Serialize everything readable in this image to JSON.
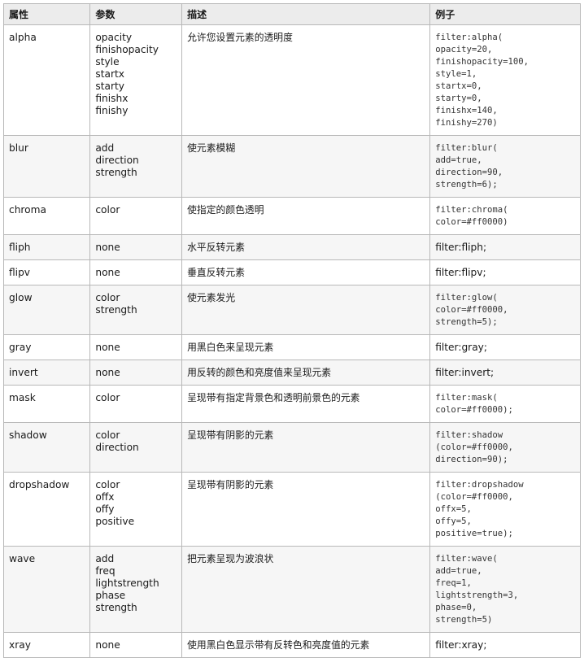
{
  "headers": [
    "属性",
    "参数",
    "描述",
    "例子"
  ],
  "rows": [
    {
      "name": "alpha",
      "params": [
        "opacity",
        "finishopacity",
        "style",
        "startx",
        "starty",
        "finishx",
        "finishy"
      ],
      "desc": "允许您设置元素的透明度",
      "example": [
        "filter:alpha(",
        "opacity=20,",
        "finishopacity=100,",
        "style=1,",
        "startx=0,",
        "starty=0,",
        "finishx=140,",
        "finishy=270)"
      ],
      "mono": true
    },
    {
      "name": "blur",
      "params": [
        "add",
        "direction",
        "strength"
      ],
      "desc": "使元素模糊",
      "example": [
        "filter:blur(",
        "add=true,",
        "direction=90,",
        "strength=6);"
      ],
      "mono": true
    },
    {
      "name": "chroma",
      "params": [
        "color"
      ],
      "desc": "使指定的颜色透明",
      "example": [
        "filter:chroma(",
        "color=#ff0000)"
      ],
      "mono": true
    },
    {
      "name": "fliph",
      "params": [
        "none"
      ],
      "desc": "水平反转元素",
      "example": [
        "filter:fliph;"
      ],
      "mono": false
    },
    {
      "name": "flipv",
      "params": [
        "none"
      ],
      "desc": "垂直反转元素",
      "example": [
        "filter:flipv;"
      ],
      "mono": false
    },
    {
      "name": "glow",
      "params": [
        "color",
        "strength"
      ],
      "desc": "使元素发光",
      "example": [
        "filter:glow(",
        "color=#ff0000,",
        "strength=5);"
      ],
      "mono": true
    },
    {
      "name": "gray",
      "params": [
        "none"
      ],
      "desc": "用黑白色来呈现元素",
      "example": [
        "filter:gray;"
      ],
      "mono": false
    },
    {
      "name": "invert",
      "params": [
        "none"
      ],
      "desc": "用反转的颜色和亮度值来呈现元素",
      "example": [
        "filter:invert;"
      ],
      "mono": false
    },
    {
      "name": "mask",
      "params": [
        "color"
      ],
      "desc": "呈现带有指定背景色和透明前景色的元素",
      "example": [
        "filter:mask(",
        "color=#ff0000);"
      ],
      "mono": true
    },
    {
      "name": "shadow",
      "params": [
        "color",
        "direction"
      ],
      "desc": "呈现带有阴影的元素",
      "example": [
        "filter:shadow",
        "(color=#ff0000,",
        "direction=90);"
      ],
      "mono": true
    },
    {
      "name": "dropshadow",
      "params": [
        "color",
        "offx",
        "offy",
        "positive"
      ],
      "desc": "呈现带有阴影的元素",
      "example": [
        "filter:dropshadow",
        "(color=#ff0000,",
        "offx=5,",
        "offy=5,",
        "positive=true);"
      ],
      "mono": true
    },
    {
      "name": "wave",
      "params": [
        "add",
        "freq",
        "lightstrength",
        "phase",
        "strength"
      ],
      "desc": "把元素呈现为波浪状",
      "example": [
        "filter:wave(",
        "add=true,",
        "freq=1,",
        "lightstrength=3,",
        "phase=0,",
        "strength=5)"
      ],
      "mono": true
    },
    {
      "name": "xray",
      "params": [
        "none"
      ],
      "desc": "使用黑白色显示带有反转色和亮度值的元素",
      "example": [
        "filter:xray;"
      ],
      "mono": false
    }
  ]
}
